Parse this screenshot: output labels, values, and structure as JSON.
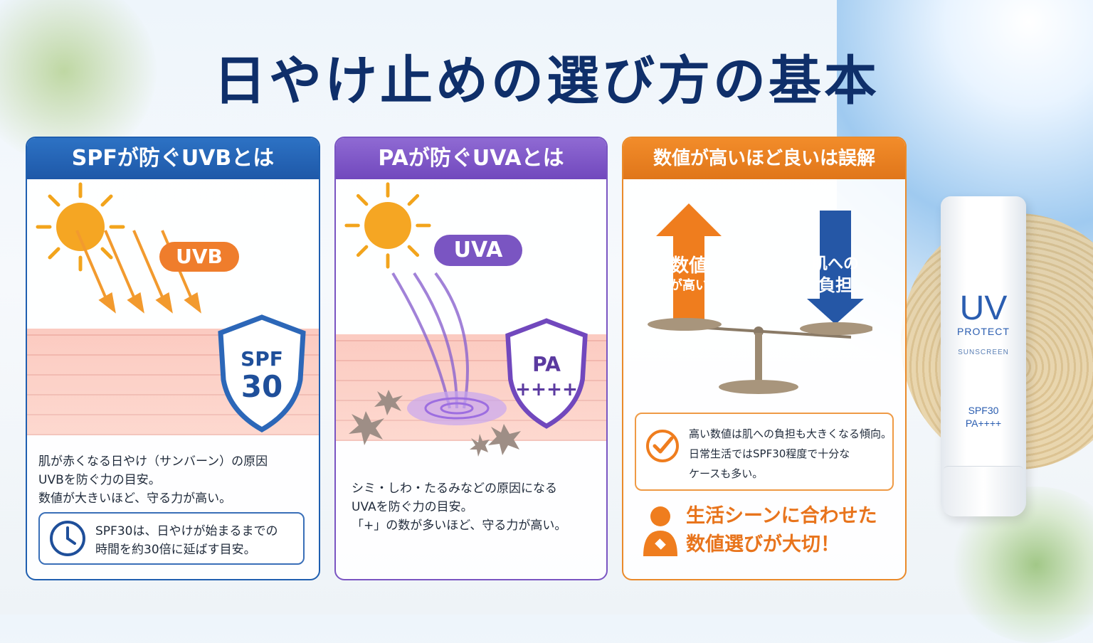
{
  "title": "日やけ止めの選び方の基本",
  "cards": [
    {
      "heading": "SPFが防ぐUVBとは",
      "ray_label": "UVB",
      "shield_lines": [
        "SPF",
        "30"
      ],
      "body": [
        "肌が赤くなる日やけ（サンバーン）の原因",
        "UVBを防ぐ力の目安。",
        "数値が大きいほど、守る力が高い。"
      ],
      "note": [
        "SPF30は、日やけが始まるまでの",
        "時間を約30倍に延ばす目安。"
      ],
      "accent": "#1f5fb0"
    },
    {
      "heading": "PAが防ぐUVAとは",
      "ray_label": "UVA",
      "shield_lines": [
        "PA",
        "++++"
      ],
      "body": [
        "シミ・しわ・たるみなどの原因になる",
        "UVAを防ぐ力の目安。",
        "「+」の数が多いほど、守る力が高い。"
      ],
      "accent": "#7a55c2"
    },
    {
      "heading": "数値が高いほど良いは誤解",
      "arrow_up": [
        "数値",
        "が高い"
      ],
      "arrow_down": [
        "肌への",
        "負担"
      ],
      "note": [
        "高い数値は肌への負担も大きくなる傾向。",
        "日常生活ではSPF30程度で十分な",
        "ケースも多い。"
      ],
      "advice": [
        "生活シーンに合わせた",
        "数値選びが大切！"
      ],
      "accent": "#ea8a2a"
    }
  ],
  "product": {
    "brand": "UV",
    "line1": "PROTECT",
    "line2": "SUNSCREEN",
    "spf": "SPF30",
    "pa": "PA++++"
  },
  "icons": [
    "sun-icon",
    "shield-icon",
    "clock-icon",
    "check-icon",
    "person-icon",
    "balance-scale-icon"
  ]
}
